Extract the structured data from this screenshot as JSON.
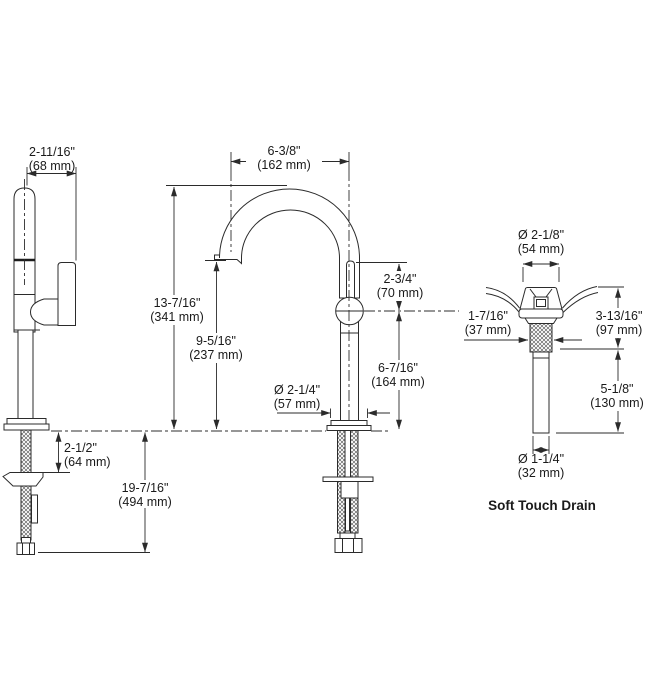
{
  "figure": {
    "colors": {
      "line": "#2b2b2b",
      "text": "#1a1a1a",
      "background": "#ffffff"
    }
  },
  "side_view": {
    "spout_depth": {
      "in": "2-11/16\"",
      "mm": "(68 mm)"
    },
    "deck_to_mount": {
      "in": "2-1/2\"",
      "mm": "(64 mm)"
    },
    "supply_length": {
      "in": "19-7/16\"",
      "mm": "(494 mm)"
    }
  },
  "front_view": {
    "spout_reach": {
      "in": "6-3/8\"",
      "mm": "(162 mm)"
    },
    "overall_height": {
      "in": "13-7/16\"",
      "mm": "(341 mm)"
    },
    "spout_height": {
      "in": "9-5/16\"",
      "mm": "(237 mm)"
    },
    "handle_height": {
      "in": "2-3/4\"",
      "mm": "(70 mm)"
    },
    "handle_to_deck": {
      "in": "6-7/16\"",
      "mm": "(164 mm)"
    },
    "base_diameter": {
      "in": "Ø 2-1/4\"",
      "mm": "(57 mm)"
    }
  },
  "drain_view": {
    "flange_diameter": {
      "in": "Ø 2-1/8\"",
      "mm": "(54 mm)"
    },
    "thread_diameter": {
      "in": "1-7/16\"",
      "mm": "(37 mm)"
    },
    "body_height": {
      "in": "3-13/16\"",
      "mm": "(97 mm)"
    },
    "tailpiece_length": {
      "in": "5-1/8\"",
      "mm": "(130 mm)"
    },
    "tailpiece_diameter": {
      "in": "Ø 1-1/4\"",
      "mm": "(32 mm)"
    },
    "caption": "Soft Touch Drain"
  }
}
